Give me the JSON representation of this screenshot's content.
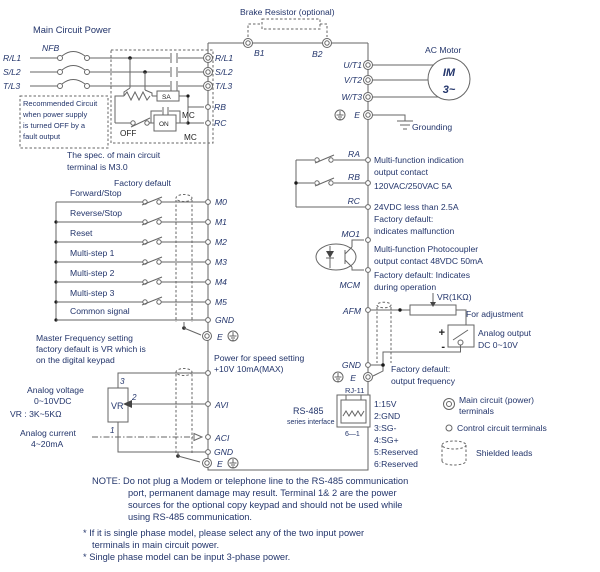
{
  "main_power": {
    "title": "Main Circuit Power",
    "nfb": "NFB",
    "phases": [
      "R/L1",
      "S/L2",
      "T/L3"
    ],
    "recommended_note": [
      "Recommended Circuit",
      "when power supply",
      "is turned OFF by a",
      "fault output"
    ],
    "off": "OFF",
    "on": "ON",
    "mc1": "MC",
    "mc2": "MC",
    "sa": "SA",
    "rb": "RB",
    "rc": "RC",
    "spec_note": [
      "The spec. of main circuit",
      "terminal is M3.0"
    ]
  },
  "brake": {
    "title": "Brake Resistor (optional)",
    "b1": "B1",
    "b2": "B2"
  },
  "motor": {
    "title": "AC Motor",
    "im": "IM",
    "phase": "3~",
    "terminals": [
      "U/T1",
      "V/T2",
      "W/T3"
    ],
    "e": "E",
    "grounding": "Grounding"
  },
  "inputs": {
    "factory_default": "Factory default",
    "rows": [
      {
        "label": "Forward/Stop",
        "terminal": "M0"
      },
      {
        "label": "Reverse/Stop",
        "terminal": "M1"
      },
      {
        "label": "Reset",
        "terminal": "M2"
      },
      {
        "label": "Multi-step 1",
        "terminal": "M3"
      },
      {
        "label": "Multi-step 2",
        "terminal": "M4"
      },
      {
        "label": "Multi-step 3",
        "terminal": "M5"
      },
      {
        "label": "Common signal",
        "terminal": "GND"
      }
    ],
    "e": "E",
    "master_freq": [
      "Master Frequency setting",
      "factory default is VR which is",
      "on the digital keypad"
    ]
  },
  "analog": {
    "power": [
      "Power for speed setting",
      "+10V 10mA(MAX)"
    ],
    "vr": "VR",
    "pin3": "3",
    "pin2": "2",
    "pin1": "1",
    "voltage": [
      "Analog voltage",
      "0~10VDC",
      "VR : 3K~5KΩ"
    ],
    "current": [
      "Analog current",
      "4~20mA"
    ],
    "avi": "AVI",
    "aci": "ACI",
    "gnd": "GND",
    "e": "E"
  },
  "relay": {
    "ra": "RA",
    "rb": "RB",
    "rc": "RC",
    "desc": [
      "Multi-function indication",
      "output contact",
      "120VAC/250VAC 5A",
      "24VDC less than 2.5A",
      "Factory default:",
      "indicates malfunction"
    ]
  },
  "photo": {
    "mo1": "MO1",
    "mcm": "MCM",
    "desc": [
      "Multi-function Photocoupler",
      "output contact 48VDC 50mA",
      "Factory default: Indicates",
      "during operation"
    ]
  },
  "afm": {
    "label": "AFM",
    "vr": "VR(1KΩ)",
    "adjust": "For adjustment",
    "plus": "+",
    "minus": "-",
    "output": [
      "Analog output",
      "DC 0~10V"
    ],
    "gnd": "GND",
    "e": "E",
    "default": [
      "Factory default:",
      "output frequency"
    ]
  },
  "rs485": {
    "rj11": "RJ-11",
    "name": "RS-485",
    "sub": "series interface",
    "range": "6—1",
    "pins": [
      "1:15V",
      "2:GND",
      "3:SG-",
      "4:SG+",
      "5:Reserved",
      "6:Reserved"
    ]
  },
  "legend": {
    "main": [
      "Main circuit (power)",
      "terminals"
    ],
    "control": "Control circuit terminals",
    "shield": "Shielded leads"
  },
  "note": {
    "para": [
      "NOTE: Do not plug a Modem or telephone line to the RS-485 communication",
      "port, permanent damage may result. Terminal 1& 2 are the power",
      "sources for the optional copy keypad and should not be used while",
      "using RS-485 communication."
    ],
    "bullets": [
      "* If it is single phase model, please select any of the two input power",
      "terminals in main circuit power.",
      "* Single phase model can be input 3-phase power."
    ]
  },
  "colors": {
    "text": "#23356B",
    "line": "#666666",
    "dark": "#222222"
  }
}
